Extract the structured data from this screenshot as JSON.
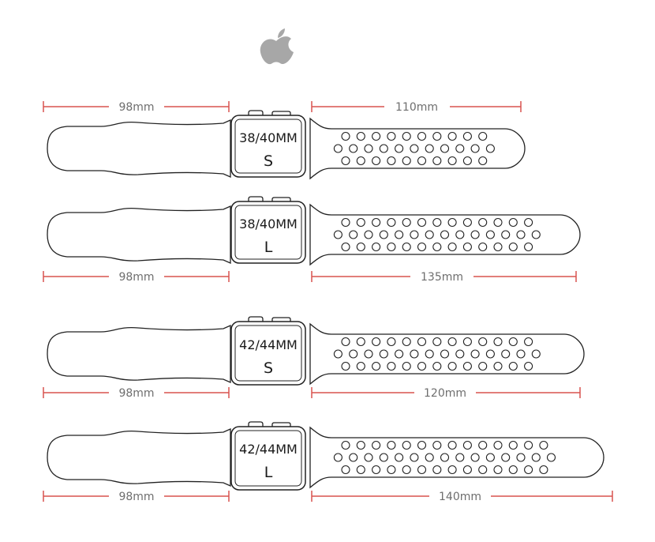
{
  "logo": {
    "icon": "apple-logo-icon",
    "color": "#a7a7a7"
  },
  "colors": {
    "dimension_line": "#d9534f",
    "dimension_text": "#6e6e6e",
    "outline": "#222222"
  },
  "bands": [
    {
      "case_label": "38/40MM",
      "size_label": "S",
      "left_length": "98mm",
      "right_length": "110mm",
      "right_length_mm": 110,
      "hole_columns": 10
    },
    {
      "case_label": "38/40MM",
      "size_label": "L",
      "left_length": "98mm",
      "right_length": "135mm",
      "right_length_mm": 135,
      "hole_columns": 13
    },
    {
      "case_label": "42/44MM",
      "size_label": "S",
      "left_length": "98mm",
      "right_length": "120mm",
      "right_length_mm": 120,
      "hole_columns": 13
    },
    {
      "case_label": "42/44MM",
      "size_label": "L",
      "left_length": "98mm",
      "right_length": "140mm",
      "right_length_mm": 140,
      "hole_columns": 14
    }
  ]
}
